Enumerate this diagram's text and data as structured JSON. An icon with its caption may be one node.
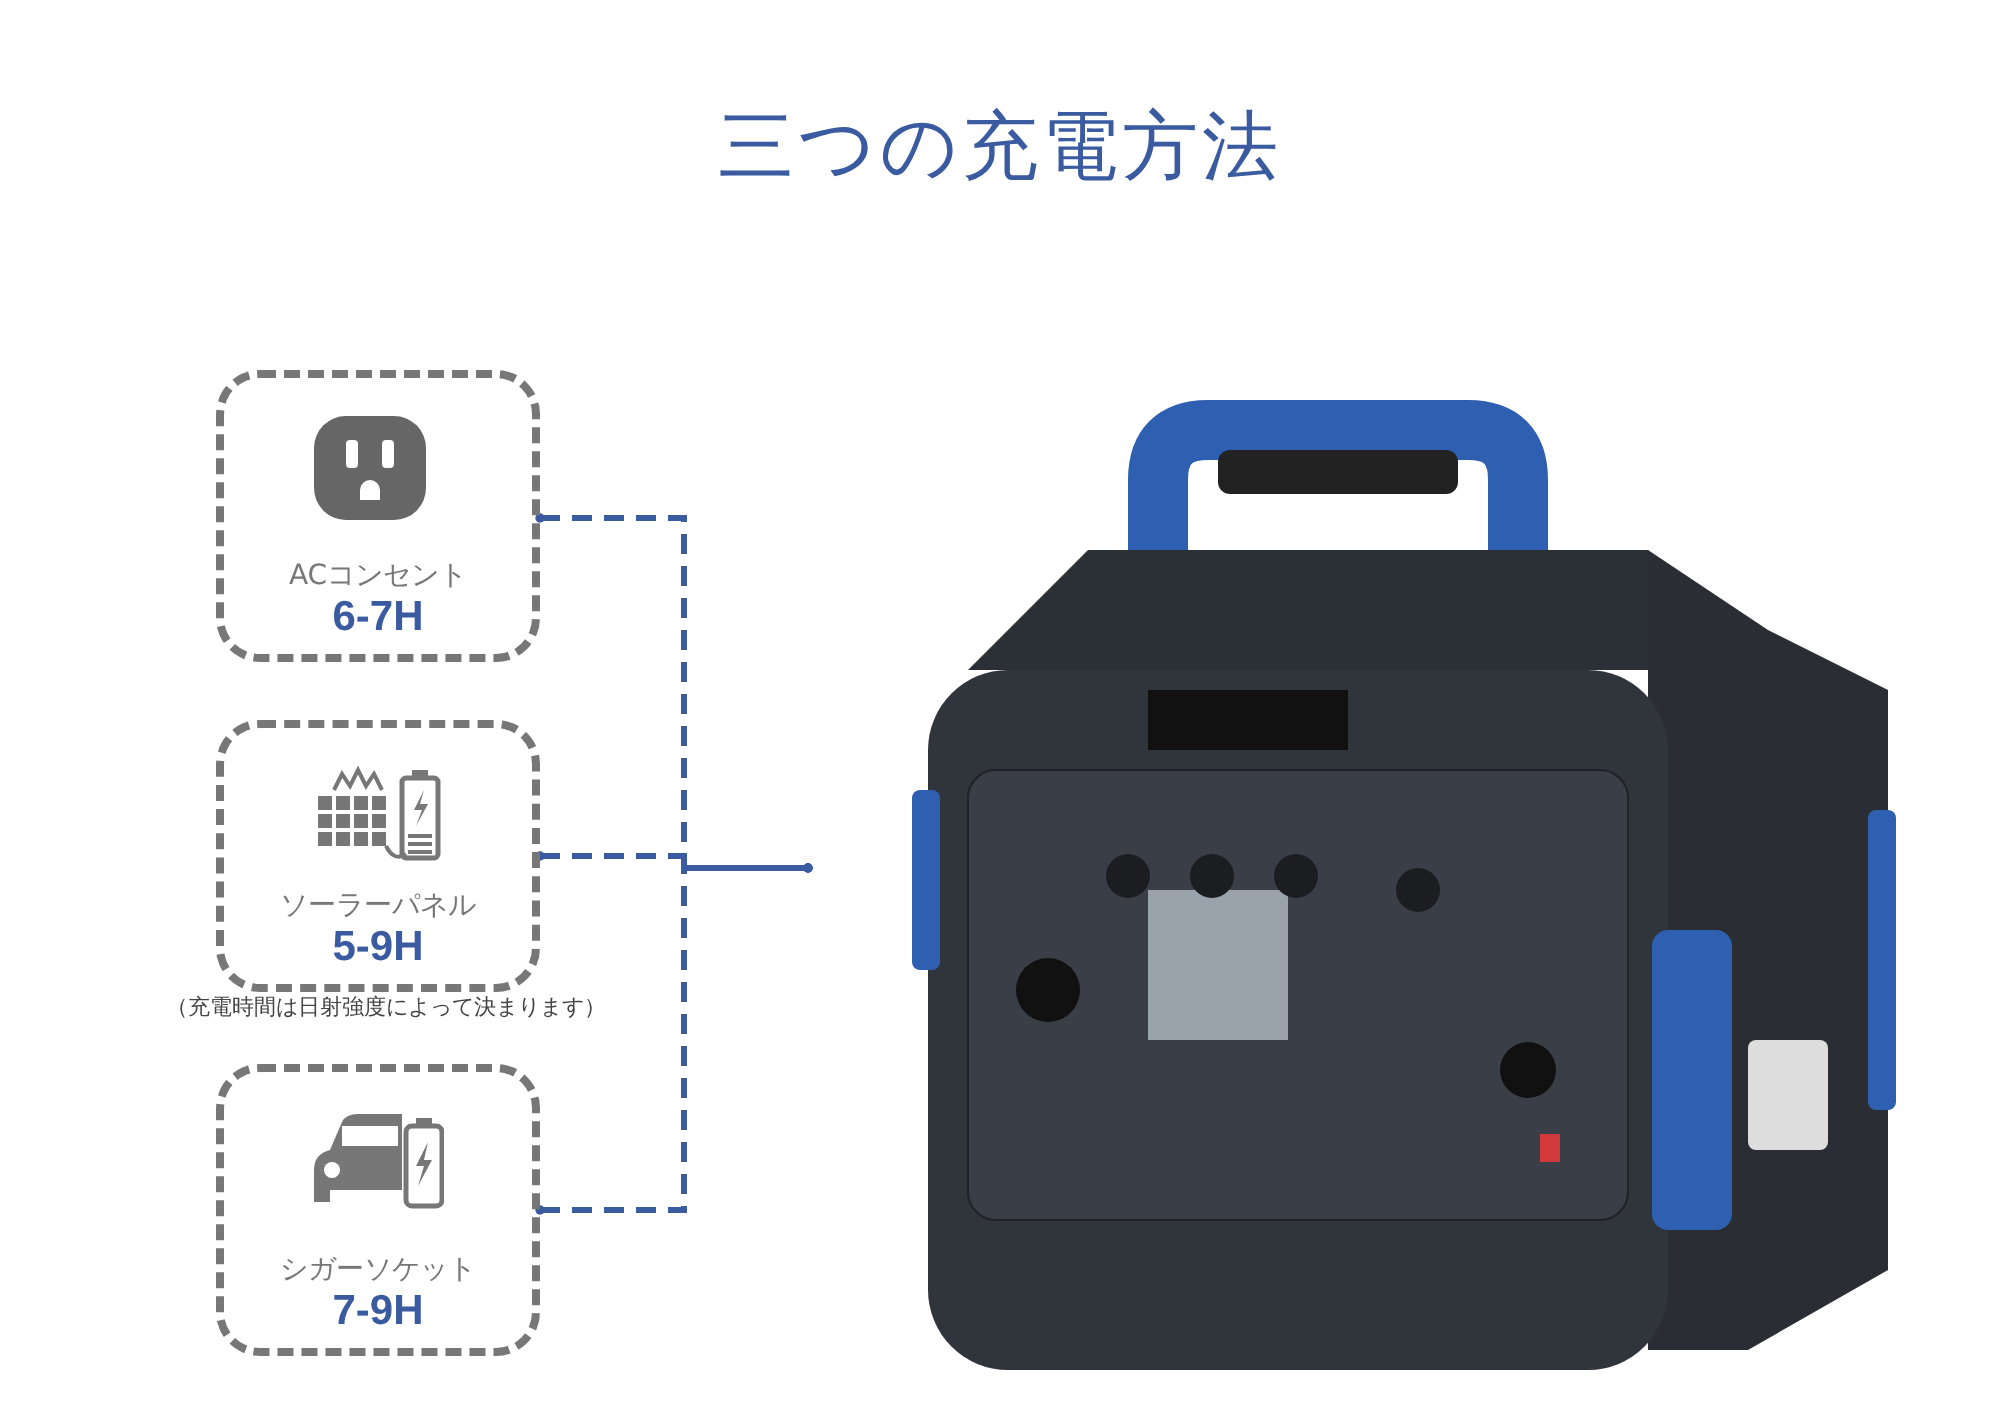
{
  "diagram": {
    "title": "三つの充電方法",
    "nodes": [
      {
        "text": [
          "ACコンセント",
          "6-7H"
        ]
      },
      {
        "text": [
          "ソーラーパネル",
          "5-9H"
        ],
        "beside": [
          "（充電時間は日射強度によって決まります）"
        ]
      },
      {
        "text": [
          "シガーソケット",
          "7-9H"
        ]
      },
      {
        "text": [],
        "shape": "picture"
      }
    ],
    "edges": [
      {
        "from": 0,
        "to": 3,
        "arrow": "other",
        "style": "dashed"
      },
      {
        "from": 1,
        "to": 3,
        "arrow": "other",
        "style": "dashed"
      },
      {
        "from": 2,
        "to": 3,
        "arrow": "other",
        "style": "dashed"
      }
    ]
  }
}
